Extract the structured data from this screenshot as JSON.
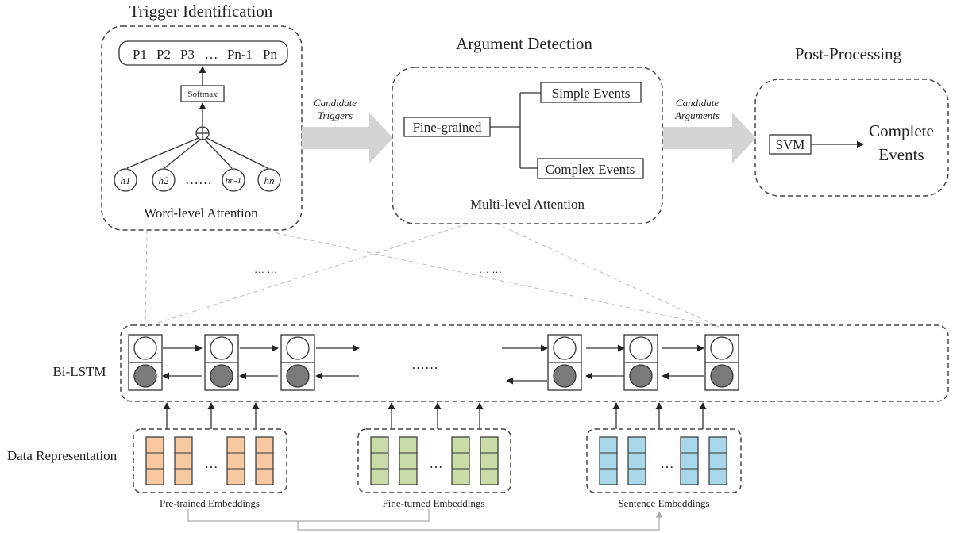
{
  "stages": {
    "trigger": {
      "title": "Trigger Identification",
      "outputs": [
        "P1",
        "P2",
        "P3",
        "…",
        "Pn-1",
        "Pn"
      ],
      "softmax": "Softmax",
      "hidden": [
        "h1",
        "h2",
        "……",
        "hn-1",
        "hn"
      ],
      "caption": "Word-level Attention"
    },
    "argument": {
      "title": "Argument Detection",
      "fine": "Fine-grained",
      "simple": "Simple Events",
      "complex": "Complex Events",
      "caption": "Multi-level Attention"
    },
    "post": {
      "title": "Post-Processing",
      "svm": "SVM",
      "complete_line1": "Complete",
      "complete_line2": "Events"
    }
  },
  "transitions": {
    "t1_line1": "Candidate",
    "t1_line2": "Triggers",
    "t2_line1": "Candidate",
    "t2_line2": "Arguments"
  },
  "ellipses": {
    "guides_left": "… …",
    "guides_right": "… …",
    "bilstm_mid": "……",
    "embed": "…"
  },
  "rows": {
    "bilstm": "Bi-LSTM",
    "data_representation": "Data Representation"
  },
  "embeddings": [
    {
      "caption": "Pre-trained Embeddings",
      "color": "#F7C9A2"
    },
    {
      "caption": "Fine-turned Embeddings",
      "color": "#C9DBA6"
    },
    {
      "caption": "Sentence Embeddings",
      "color": "#A8D7EA"
    }
  ],
  "colors": {
    "arrow_fill": "#D4D4D4",
    "lstm_dark": "#7a7a7a"
  }
}
